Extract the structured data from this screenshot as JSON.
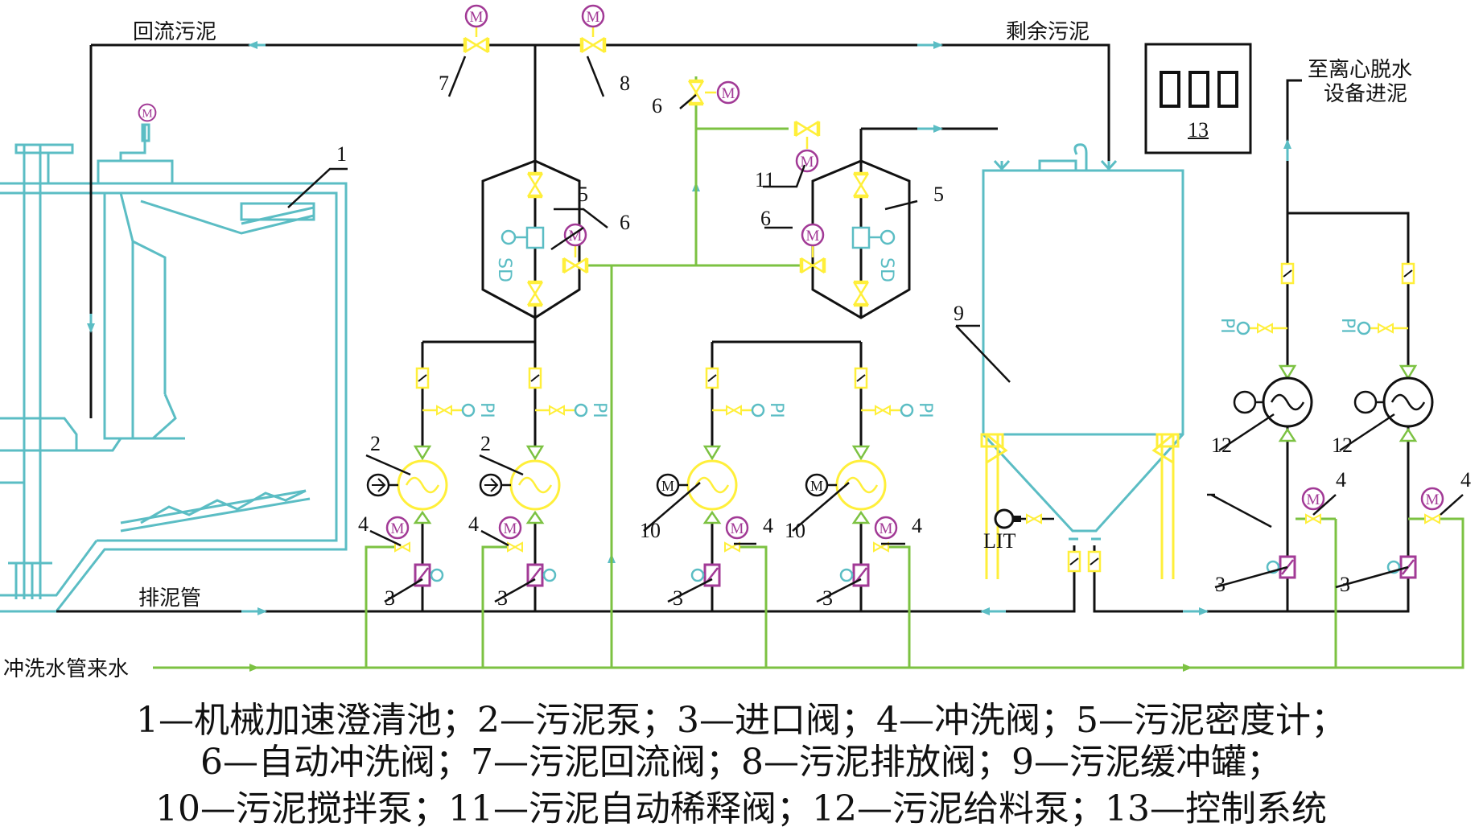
{
  "labels": {
    "return_sludge": "回流污泥",
    "excess_sludge": "剩余污泥",
    "to_centrifuge_line1": "至离心脱水",
    "to_centrifuge_line2": "设备进泥",
    "drain_pipe": "排泥管",
    "flush_water_in": "冲洗水管来水",
    "level_transmitter": "LIT",
    "pressure_indicator": "PI",
    "density_meter": "SD",
    "motor": "M"
  },
  "callouts": [
    "1",
    "2",
    "3",
    "4",
    "5",
    "6",
    "7",
    "8",
    "9",
    "10",
    "11",
    "12",
    "13"
  ],
  "legend": [
    "1—机械加速澄清池；2—污泥泵；3—进口阀；4—冲洗阀；5—污泥密度计；",
    "6—自动冲洗阀；7—污泥回流阀；8—污泥排放阀；9—污泥缓冲罐；",
    "10—污泥搅拌泵；11—污泥自动稀释阀；12—污泥给料泵；13—控制系统"
  ],
  "colors": {
    "sludge_line": "#111111",
    "equipment": "#5bbdc4",
    "flush_water": "#7cc242",
    "valves": "#ffef3a",
    "motor": "#a23a96",
    "flow_arrow": "#5bbdc4"
  }
}
